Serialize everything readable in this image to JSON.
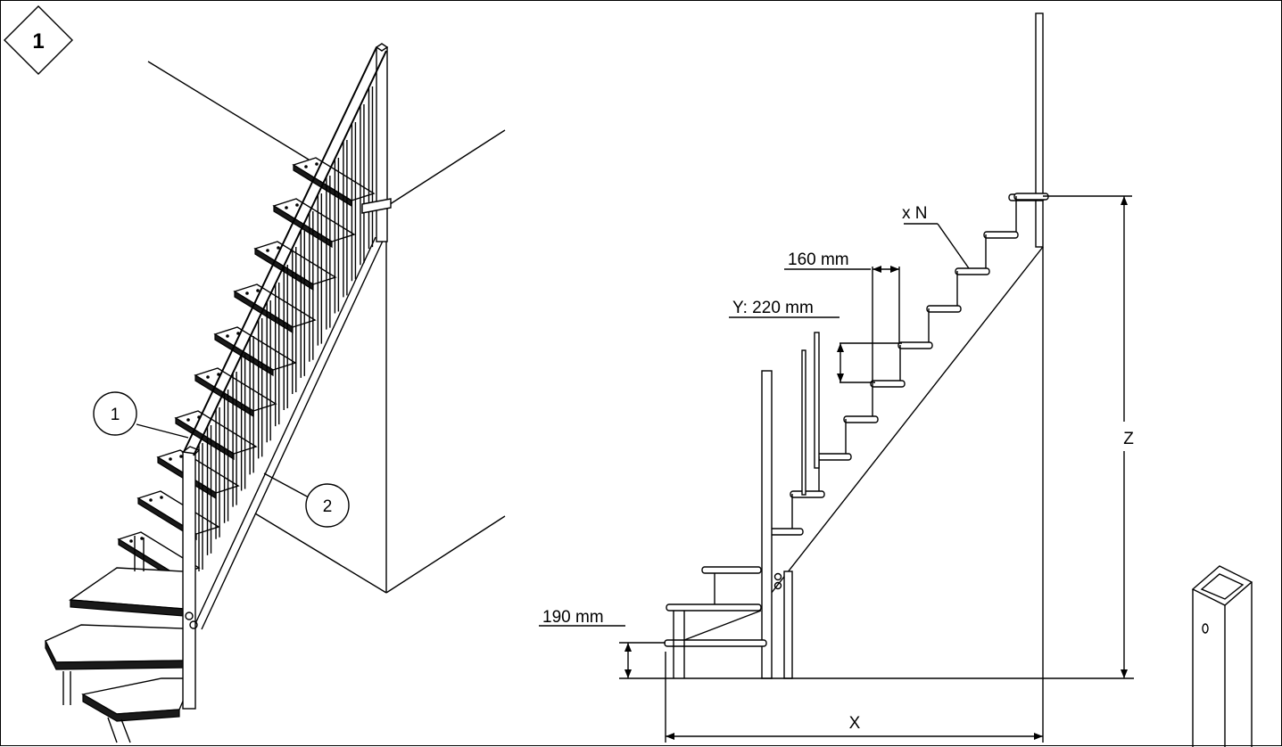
{
  "figure_badge": "1",
  "callouts": {
    "part_1": "1",
    "part_2": "2"
  },
  "dimensions": {
    "step_count": "x N",
    "tread_overlap": "160 mm",
    "riser_height": "Y: 220 mm",
    "bottom_height": "190 mm",
    "total_height": "Z",
    "total_run": "X"
  }
}
